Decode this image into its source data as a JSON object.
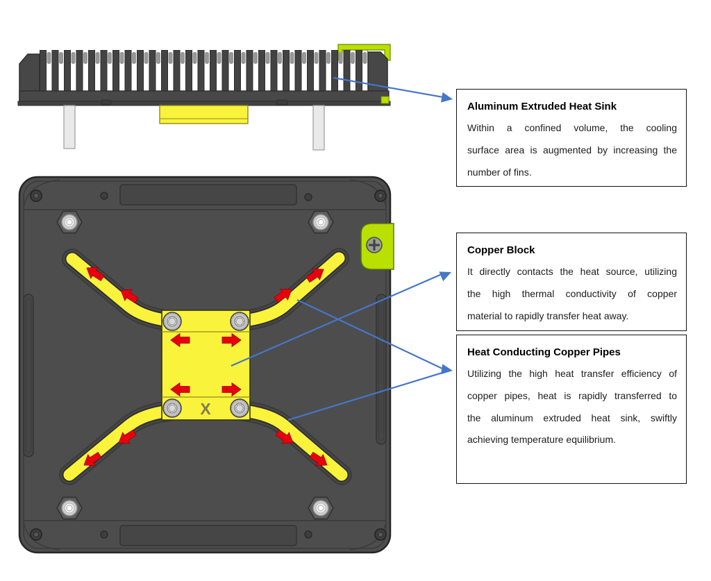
{
  "figure": {
    "side_view_name": "aluminum-extruded-heat-sink-side-view",
    "bottom_view_name": "heat-sink-base-plate-bottom-view",
    "block_marking": "X"
  },
  "colors": {
    "annotation_blue": "#4577c8",
    "copper_yellow": "#faf33b",
    "flow_arrow_red": "#e8000f",
    "clip_green": "#b9e000",
    "plate_gray": "#4d4d4d"
  },
  "callouts": [
    {
      "title": "Aluminum Extruded Heat Sink",
      "lines": [
        "Within a confined volume, the cooling",
        "surface area is augmented by increasing the",
        "number of fins."
      ]
    },
    {
      "title": "Copper Block",
      "lines": [
        "It directly contacts the heat source, utilizing",
        "the high thermal conductivity of copper",
        "material to rapidly transfer heat away."
      ]
    },
    {
      "title": "Heat Conducting Copper Pipes",
      "lines": [
        "Utilizing the high heat transfer efficiency of",
        "copper pipes, heat is rapidly transferred to",
        "the aluminum extruded heat sink, swiftly",
        "achieving temperature equilibrium."
      ]
    }
  ]
}
